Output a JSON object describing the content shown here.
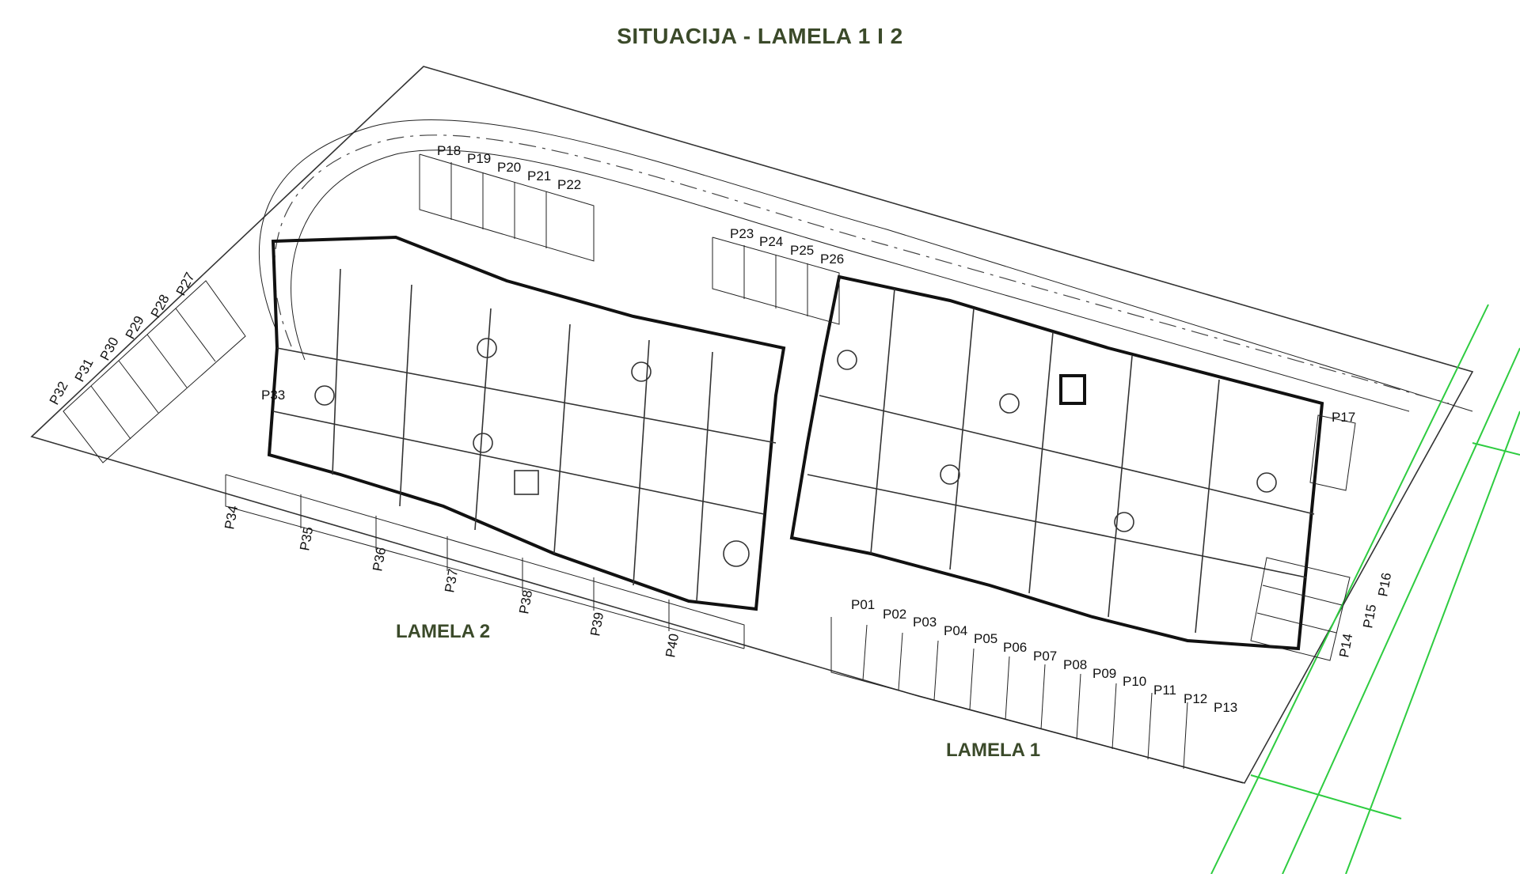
{
  "title": "SITUACIJA - LAMELA 1 I 2",
  "labels": {
    "lamela1": "LAMELA 1",
    "lamela2": "LAMELA 2"
  },
  "colors": {
    "title": "#3b4a2a",
    "property_line": "#2ecc40",
    "linework": "#222222"
  },
  "parking": {
    "p01": "P01",
    "p02": "P02",
    "p03": "P03",
    "p04": "P04",
    "p05": "P05",
    "p06": "P06",
    "p07": "P07",
    "p08": "P08",
    "p09": "P09",
    "p10": "P10",
    "p11": "P11",
    "p12": "P12",
    "p13": "P13",
    "p14": "P14",
    "p15": "P15",
    "p16": "P16",
    "p17": "P17",
    "p18": "P18",
    "p19": "P19",
    "p20": "P20",
    "p21": "P21",
    "p22": "P22",
    "p23": "P23",
    "p24": "P24",
    "p25": "P25",
    "p26": "P26",
    "p27": "P27",
    "p28": "P28",
    "p29": "P29",
    "p30": "P30",
    "p31": "P31",
    "p32": "P32",
    "p33": "P33",
    "p34": "P34",
    "p35": "P35",
    "p36": "P36",
    "p37": "P37",
    "p38": "P38",
    "p39": "P39",
    "p40": "P40"
  }
}
